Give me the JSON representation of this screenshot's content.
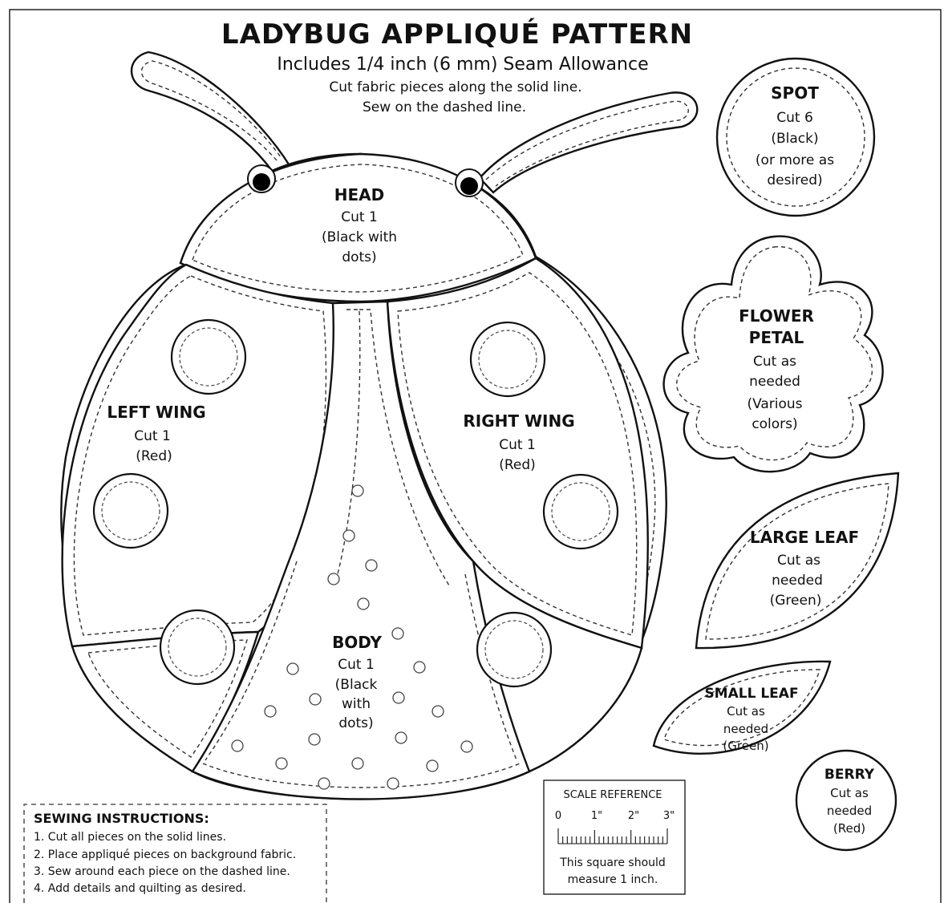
{
  "title": "LADYBUG APPLIQUÉ PATTERN",
  "subtitle": "Includes 1/4 inch (6 mm) Seam Allowance",
  "notes": [
    "Cut fabric pieces along the solid line.",
    "Sew on the dashed line."
  ],
  "pieces": {
    "head": {
      "name": "HEAD",
      "lines": [
        "Cut 1",
        "(Black with",
        "dots)"
      ]
    },
    "left_wing": {
      "name": "LEFT WING",
      "lines": [
        "Cut 1",
        "(Red)"
      ]
    },
    "right_wing": {
      "name": "RIGHT WING",
      "lines": [
        "Cut 1",
        "(Red)"
      ]
    },
    "body": {
      "name": "BODY",
      "lines": [
        "Cut 1",
        "(Black",
        "with",
        "dots)"
      ]
    },
    "spot": {
      "name": "SPOT",
      "lines": [
        "Cut 6",
        "(Black)",
        "(or more as",
        "desired)"
      ]
    },
    "flower": {
      "name": [
        "FLOWER",
        "PETAL"
      ],
      "lines": [
        "Cut as",
        "needed",
        "(Various",
        "colors)"
      ]
    },
    "large_leaf": {
      "name": "LARGE LEAF",
      "lines": [
        "Cut as",
        "needed",
        "(Green)"
      ]
    },
    "small_leaf": {
      "name": "SMALL LEAF",
      "lines": [
        "Cut as",
        "needed",
        "(Green)"
      ]
    },
    "berry": {
      "name": "BERRY",
      "lines": [
        "Cut as",
        "needed",
        "(Red)"
      ]
    }
  },
  "scale": {
    "title": "SCALE REFERENCE",
    "ticks": [
      "0",
      "1\"",
      "2\"",
      "3\""
    ],
    "note": [
      "This square should",
      "measure 1 inch."
    ]
  },
  "instructions": {
    "heading": "SEWING INSTRUCTIONS:",
    "items": [
      "1.  Cut all pieces on the solid lines.",
      "2.  Place appliqué pieces on background fabric.",
      "3.  Sew around each piece on the dashed line.",
      "4.  Add details and quilting as desired."
    ]
  }
}
